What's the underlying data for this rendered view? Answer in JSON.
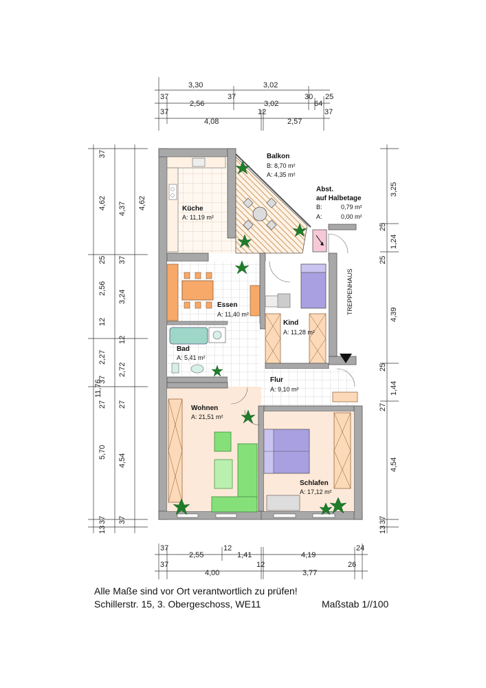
{
  "plan": {
    "rooms": {
      "kueche": {
        "name": "Küche",
        "area": "A: 11,19 m²"
      },
      "balkon": {
        "name": "Balkon",
        "b": "B: 8,70 m²",
        "a": "A: 4,35 m²"
      },
      "abst": {
        "name1": "Abst.",
        "name2": "auf Halbetage",
        "b_label": "B:",
        "b_value": "0,79 m²",
        "a_label": "A:",
        "a_value": "0,00 m²"
      },
      "essen": {
        "name": "Essen",
        "area": "A: 11,40 m²"
      },
      "bad": {
        "name": "Bad",
        "area": "A: 5,41 m²"
      },
      "kind": {
        "name": "Kind",
        "area": "A: 11,28 m²"
      },
      "flur": {
        "name": "Flur",
        "area": "A: 9,10 m²"
      },
      "wohnen": {
        "name": "Wohnen",
        "area": "A: 21,51 m²"
      },
      "schlafen": {
        "name": "Schlafen",
        "area": "A: 17,12 m²"
      }
    },
    "treppenhaus": "TREPPENHAUS",
    "dims_top_row1": [
      "3,30",
      "3,02"
    ],
    "dims_top_row2": [
      "37",
      "2,56",
      "37",
      "3,02",
      "30",
      "64",
      "25"
    ],
    "dims_top_row3": [
      "37",
      "4,08",
      "12",
      "2,57",
      "37"
    ],
    "dims_left_col1": [
      "37",
      "4,62",
      "25",
      "2,56",
      "12",
      "2,27",
      "37",
      "11,76",
      "27",
      "5,70",
      "37",
      "13"
    ],
    "dims_left_col2": [
      "4,37",
      "37",
      "3,24",
      "12",
      "2,72",
      "27",
      "4,54",
      "37"
    ],
    "dims_left_col3": [
      "4,62"
    ],
    "dims_right_col": [
      "3,25",
      "25",
      "1,24",
      "25",
      "4,39",
      "25",
      "1,44",
      "27",
      "4,54",
      "37",
      "13"
    ],
    "dims_bottom_row1": [
      "37",
      "2,55",
      "12",
      "1,41",
      "4,19",
      "24"
    ],
    "dims_bottom_row2": [
      "37",
      "4,00",
      "12",
      "3,77",
      "26"
    ]
  },
  "footer": {
    "note": "Alle Maße sind vor Ort verantwortlich zu prüfen!",
    "address": "Schillerstr. 15, 3. Obergeschoss, WE11",
    "scale": "Maßstab 1//100"
  },
  "colors": {
    "wall": "#a8a8a8",
    "wall_edge": "#555555",
    "tile_line": "#c8c8c8",
    "kitchen_floor": "#fbe6d4",
    "wood": "#f7a96a",
    "wood_dark": "#d9823e",
    "bed": "#a8a0e0",
    "sofa": "#86e07a",
    "living_floor": "#fde9d9",
    "plant": "#1e7d2a",
    "bath": "#9ed6c8",
    "balcony_hatch": "#c9a06a"
  }
}
